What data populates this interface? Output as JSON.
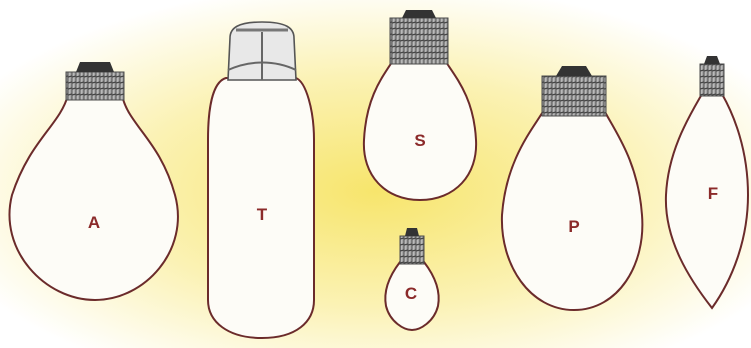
{
  "diagram": {
    "bulbs": [
      {
        "label": "A"
      },
      {
        "label": "T"
      },
      {
        "label": "S"
      },
      {
        "label": "C"
      },
      {
        "label": "P"
      },
      {
        "label": "F"
      }
    ]
  },
  "colors": {
    "background": "#ffffff",
    "glow_center": "#f6e46a",
    "glow_edge": "#ffffff",
    "glass_fill": "#fdfcf7",
    "outline": "#6b2b2b",
    "thread": "#8a8a8a",
    "label": "#8b2a2a"
  }
}
